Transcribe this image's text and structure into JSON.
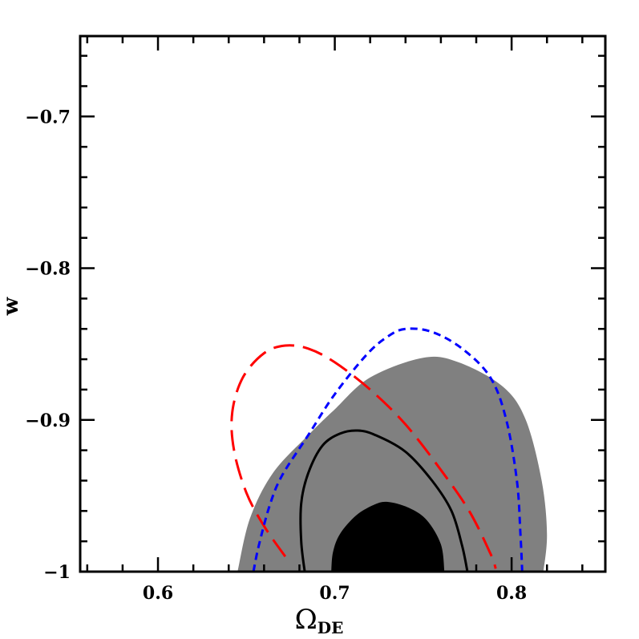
{
  "chart_data": {
    "type": "contour",
    "xlabel_main": "Ω",
    "xlabel_sub": "DE",
    "ylabel": "w",
    "xlim": [
      0.556,
      0.853
    ],
    "ylim": [
      -1.0,
      -0.647
    ],
    "xticks": [
      {
        "value": 0.6,
        "label": "0.6"
      },
      {
        "value": 0.7,
        "label": "0.7"
      },
      {
        "value": 0.8,
        "label": "0.8"
      }
    ],
    "yticks": [
      {
        "value": -0.7,
        "label": "−0.7"
      },
      {
        "value": -0.8,
        "label": "−0.8"
      },
      {
        "value": -0.9,
        "label": "−0.9"
      },
      {
        "value": -1.0,
        "label": "−1"
      }
    ],
    "minor_x_step": 0.02,
    "minor_y_step": 0.02,
    "grid": false,
    "colors": {
      "outer_fill": "#808080",
      "inner_fill": "#000000",
      "black_contour": "#000000",
      "red_contour": "#ff0000",
      "blue_contour": "#0000ff"
    },
    "series": [
      {
        "style": "filled-grey",
        "points": [
          [
            0.645,
            -1.0
          ],
          [
            0.652,
            -0.965
          ],
          [
            0.665,
            -0.935
          ],
          [
            0.685,
            -0.91
          ],
          [
            0.7,
            -0.893
          ],
          [
            0.72,
            -0.872
          ],
          [
            0.75,
            -0.859
          ],
          [
            0.77,
            -0.862
          ],
          [
            0.795,
            -0.878
          ],
          [
            0.808,
            -0.9
          ],
          [
            0.817,
            -0.94
          ],
          [
            0.82,
            -0.975
          ],
          [
            0.818,
            -1.0
          ]
        ]
      },
      {
        "style": "filled-black",
        "points": [
          [
            0.698,
            -1.0
          ],
          [
            0.699,
            -0.987
          ],
          [
            0.703,
            -0.975
          ],
          [
            0.712,
            -0.963
          ],
          [
            0.722,
            -0.956
          ],
          [
            0.73,
            -0.954
          ],
          [
            0.742,
            -0.958
          ],
          [
            0.752,
            -0.966
          ],
          [
            0.76,
            -0.982
          ],
          [
            0.762,
            -1.0
          ]
        ]
      },
      {
        "style": "solid-black",
        "points": [
          [
            0.683,
            -1.0
          ],
          [
            0.681,
            -0.98
          ],
          [
            0.681,
            -0.955
          ],
          [
            0.685,
            -0.935
          ],
          [
            0.693,
            -0.917
          ],
          [
            0.703,
            -0.909
          ],
          [
            0.713,
            -0.907
          ],
          [
            0.723,
            -0.91
          ],
          [
            0.74,
            -0.921
          ],
          [
            0.755,
            -0.94
          ],
          [
            0.766,
            -0.96
          ],
          [
            0.772,
            -0.983
          ],
          [
            0.775,
            -1.0
          ]
        ]
      },
      {
        "style": "long-dash-red",
        "points": [
          [
            0.672,
            -0.99
          ],
          [
            0.66,
            -0.97
          ],
          [
            0.65,
            -0.948
          ],
          [
            0.643,
            -0.92
          ],
          [
            0.642,
            -0.895
          ],
          [
            0.648,
            -0.872
          ],
          [
            0.66,
            -0.856
          ],
          [
            0.672,
            -0.851
          ],
          [
            0.685,
            -0.853
          ],
          [
            0.7,
            -0.862
          ],
          [
            0.72,
            -0.88
          ],
          [
            0.74,
            -0.903
          ],
          [
            0.76,
            -0.933
          ],
          [
            0.776,
            -0.96
          ],
          [
            0.788,
            -0.988
          ],
          [
            0.791,
            -0.998
          ]
        ]
      },
      {
        "style": "short-dash-blue",
        "points": [
          [
            0.654,
            -1.0
          ],
          [
            0.657,
            -0.983
          ],
          [
            0.663,
            -0.957
          ],
          [
            0.67,
            -0.937
          ],
          [
            0.685,
            -0.91
          ],
          [
            0.7,
            -0.883
          ],
          [
            0.718,
            -0.857
          ],
          [
            0.73,
            -0.845
          ],
          [
            0.74,
            -0.84
          ],
          [
            0.755,
            -0.842
          ],
          [
            0.772,
            -0.853
          ],
          [
            0.788,
            -0.872
          ],
          [
            0.797,
            -0.9
          ],
          [
            0.803,
            -0.94
          ],
          [
            0.805,
            -0.975
          ],
          [
            0.806,
            -1.0
          ]
        ]
      }
    ]
  }
}
